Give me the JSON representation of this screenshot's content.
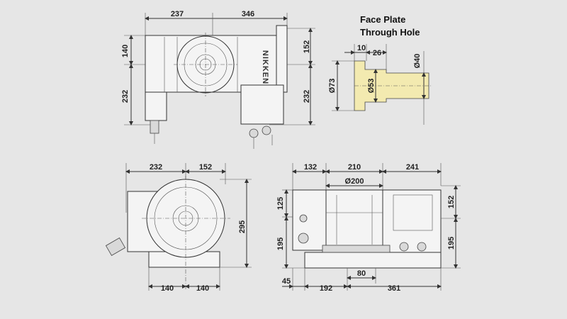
{
  "brand": "NIKKEN",
  "face_plate": {
    "title_line1": "Face Plate",
    "title_line2": "Through Hole"
  },
  "top_view": {
    "width_left": "237",
    "width_right": "346",
    "height_left_top": "140",
    "height_left_bottom": "232",
    "height_right_top": "152",
    "height_right_bottom": "232"
  },
  "detail": {
    "dim_a": "10",
    "dim_b": "26",
    "outer_dia": "Ø73",
    "mid_dia": "Ø53",
    "bore_dia": "Ø40"
  },
  "front_view": {
    "width_left": "232",
    "width_right": "152",
    "height": "295",
    "base_left": "140",
    "base_right": "140"
  },
  "side_view": {
    "width_a": "132",
    "width_b": "210",
    "width_c": "241",
    "table_dia": "Ø200",
    "height_left_top": "125",
    "height_left_bottom": "195",
    "height_right_top": "152",
    "height_right_bottom": "195",
    "bottom_a": "45",
    "bottom_b": "192",
    "bottom_c": "361",
    "bottom_mid": "80"
  }
}
